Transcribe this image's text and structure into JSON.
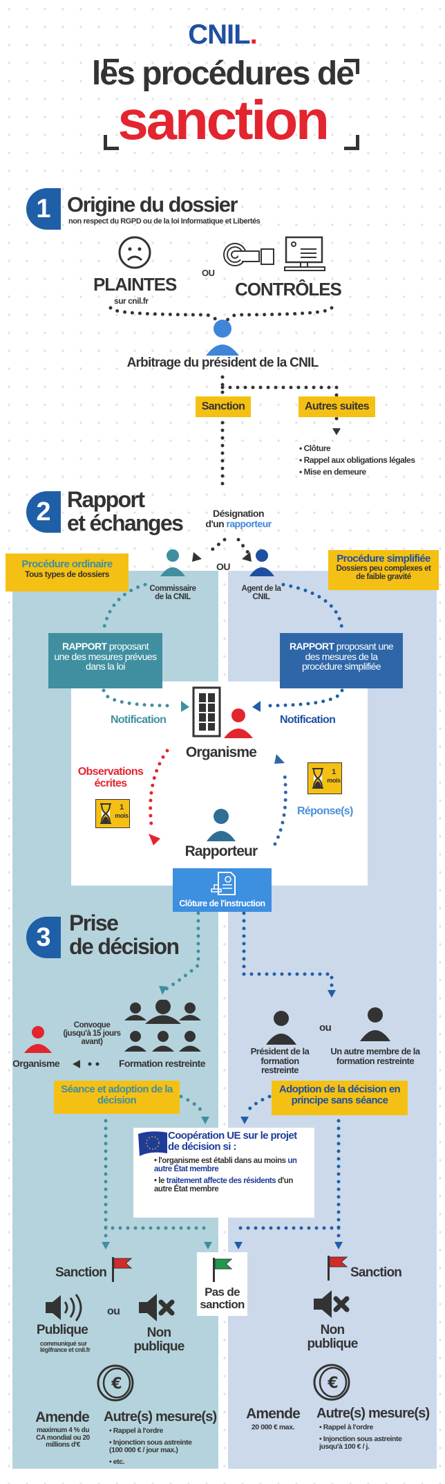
{
  "header": {
    "logo": "CNIL",
    "logo_dot": ".",
    "title_line1": "les procédures de",
    "title_line2": "sanction"
  },
  "section1": {
    "number": "1",
    "title": "Origine du dossier",
    "subtitle": "non respect du RGPD ou de la loi Informatique et Libertés",
    "plaintes": "PLAINTES",
    "plaintes_sub": "sur cnil.fr",
    "ou": "OU",
    "controles": "CONTRÔLES",
    "arbitrage": "Arbitrage du président de la CNIL",
    "sanction": "Sanction",
    "autres_suites": "Autres suites",
    "autres_items": [
      "• Clôture",
      "• Rappel aux obligations légales",
      "• Mise en demeure"
    ]
  },
  "section2": {
    "number": "2",
    "title_line1": "Rapport",
    "title_line2": "et échanges",
    "designation": "Désignation",
    "designation_2": "d'un ",
    "rapporteur_word": "rapporteur",
    "ou": "OU",
    "ordinaire_title": "Procédure ordinaire",
    "ordinaire_sub": "Tous types de dossiers",
    "simplifiee_title": "Procédure simplifiée",
    "simplifiee_sub": "Dossiers peu complexes et de faible gravité",
    "commissaire": "Commissaire de la CNIL",
    "agent": "Agent de la CNIL",
    "rapport_left_bold": "RAPPORT",
    "rapport_left": " proposant une des mesures prévues dans la loi",
    "rapport_right_bold": "RAPPORT",
    "rapport_right": " proposant une des mesures de la procédure simplifiée",
    "notification_left": "Notification",
    "notification_right": "Notification",
    "organisme": "Organisme",
    "observations": "Observations écrites",
    "delay_num": "1",
    "delay_unit": "mois",
    "reponses": "Réponse(s)",
    "rapporteur": "Rapporteur",
    "cloture": "Clôture de l'instruction"
  },
  "section3": {
    "number": "3",
    "title_line1": "Prise",
    "title_line2": "de décision",
    "organisme": "Organisme",
    "convoque": "Convoque (jusqu'à 15 jours avant)",
    "formation": "Formation restreinte",
    "president": "Président de la formation restreinte",
    "ou": "ou",
    "autre_membre": "Un autre membre de la formation restreinte",
    "seance": "Séance et adoption de la décision",
    "adoption": "Adoption de la décision en principe sans séance",
    "eu_title": "Coopération UE sur le projet de décision si :",
    "eu_item1_a": "• l'organisme est établi dans au moins ",
    "eu_item1_b": "un autre État membre",
    "eu_item2_a": "• le ",
    "eu_item2_b": "traitement affecte des résidents",
    "eu_item2_c": " d'un autre État membre"
  },
  "outcomes": {
    "left": {
      "sanction": "Sanction",
      "publique": "Publique",
      "publique_sub": "communiqué sur légifrance et cnil.fr",
      "ou": "ou",
      "non_publique": "Non publique",
      "amende": "Amende",
      "amende_sub": "maximum 4 % du CA mondial ou 20 millions d'€",
      "autres": "Autre(s) mesure(s)",
      "autres_items": [
        "• Rappel à l'ordre",
        "• Injonction sous astreinte (100 000 € / jour max.)",
        "• etc."
      ]
    },
    "center": {
      "pas_de_sanction": "Pas de sanction"
    },
    "right": {
      "sanction": "Sanction",
      "non_publique": "Non publique",
      "amende": "Amende",
      "amende_sub": "20 000 € max.",
      "autres": "Autre(s) mesure(s)",
      "autres_items": [
        "• Rappel à l'ordre",
        "• Injonction sous astreinte jusqu'à 100 € / j."
      ]
    }
  },
  "colors": {
    "blue": "#1f5fa8",
    "red": "#e3252f",
    "yellow": "#f5c014",
    "teal": "#3f8fa0",
    "navy": "#2f66a8"
  }
}
